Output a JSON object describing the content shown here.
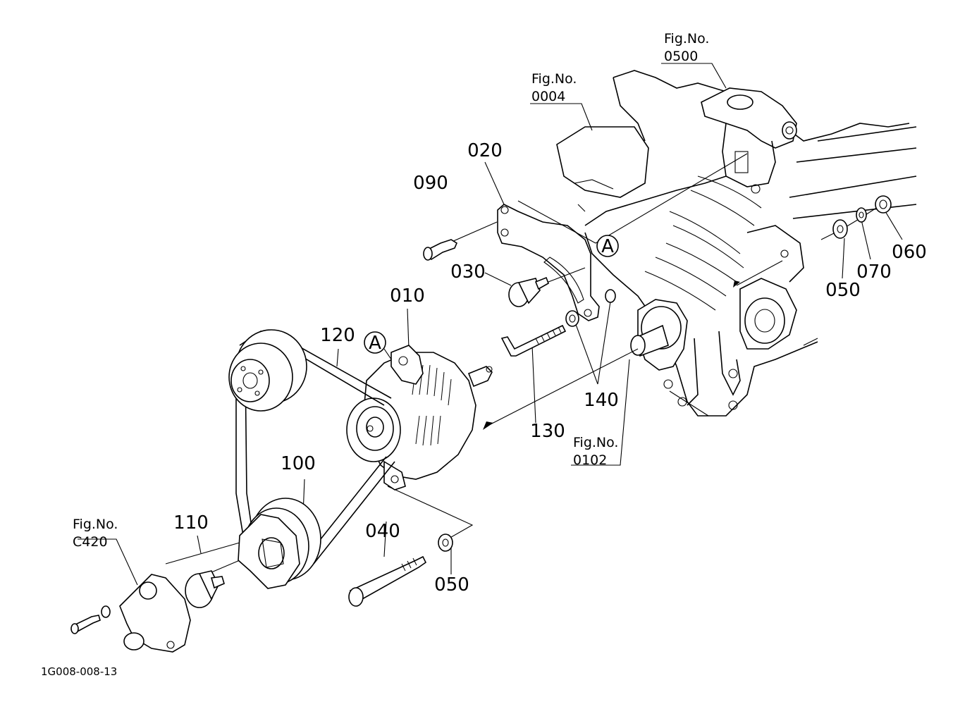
{
  "callouts": {
    "c010": "010",
    "c020": "020",
    "c030": "030",
    "c040": "040",
    "c050a": "050",
    "c050b": "050",
    "c060": "060",
    "c070": "070",
    "c090": "090",
    "c100": "100",
    "c110": "110",
    "c120": "120",
    "c130": "130",
    "c140": "140"
  },
  "refs": {
    "fig0500": {
      "label": "Fig.No.",
      "num": "0500"
    },
    "fig0004": {
      "label": "Fig.No.",
      "num": "0004"
    },
    "fig0102": {
      "label": "Fig.No.",
      "num": "0102"
    },
    "figC420": {
      "label": "Fig.No.",
      "num": "C420"
    }
  },
  "markers": {
    "a1": "A",
    "a2": "A"
  },
  "drawing_code": "1G008-008-13"
}
